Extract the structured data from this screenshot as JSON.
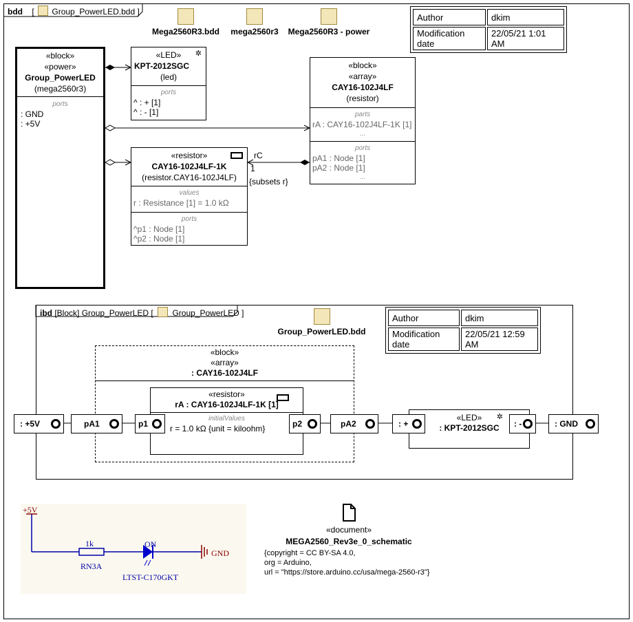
{
  "frame": {
    "kind": "bdd",
    "diagram_name": "Group_PowerLED.bdd"
  },
  "toplinks": [
    {
      "label": "Mega2560R3.bdd"
    },
    {
      "label": "mega2560r3"
    },
    {
      "label": "Mega2560R3 - power"
    }
  ],
  "info1": {
    "author_label": "Author",
    "author": "dkim",
    "mod_label": "Modification date",
    "mod": "22/05/21 1:01 AM"
  },
  "power_block": {
    "st1": "«block»",
    "st2": "«power»",
    "name": "Group_PowerLED",
    "type": "(mega2560r3)",
    "ports_label": "ports",
    "ports": [
      ": GND",
      ": +5V"
    ]
  },
  "led_block": {
    "st": "«LED»",
    "name": "KPT-2012SGC",
    "type": "(led)",
    "ports_label": "ports",
    "ports": [
      "^ : + [1]",
      "^ : - [1]"
    ]
  },
  "array_block": {
    "st1": "«block»",
    "st2": "«array»",
    "name": "CAY16-102J4LF",
    "type": "(resistor)",
    "parts_label": "parts",
    "part": "rA : CAY16-102J4LF-1K [1]",
    "ellipsis": "...",
    "ports_label": "ports",
    "ports": [
      "pA1 : Node [1]",
      "pA2 : Node [1]"
    ]
  },
  "res_block": {
    "st": "«resistor»",
    "name": "CAY16-102J4LF-1K",
    "type": "(resistor.CAY16-102J4LF)",
    "values_label": "values",
    "value": "r : Resistance [1] = 1.0 kΩ",
    "ports_label": "ports",
    "ports": [
      "^p1 : Node [1]",
      "^p2 : Node [1]"
    ]
  },
  "assoc": {
    "role": "rC",
    "mult": "1",
    "constraint": "{subsets r}"
  },
  "ibd": {
    "kind": "ibd",
    "header_text": "[Block] Group_PowerLED [",
    "header_name": "Group_PowerLED ]",
    "link": "Group_PowerLED.bdd",
    "info": {
      "author_label": "Author",
      "author": "dkim",
      "mod_label": "Modification date",
      "mod": "22/05/21 12:59 AM"
    },
    "array_part": {
      "st1": "«block»",
      "st2": "«array»",
      "name": ": CAY16-102J4LF"
    },
    "ra_part": {
      "st": "«resistor»",
      "name": "rA : CAY16-102J4LF-1K [1]",
      "iv_label": "initialValues",
      "iv": "r = 1.0 kΩ {unit = kiloohm}"
    },
    "led_part": {
      "st": "«LED»",
      "name": ": KPT-2012SGC"
    },
    "ports": {
      "p5v": ": +5V",
      "pa1": "pA1",
      "p1": "p1",
      "p2": "p2",
      "pa2": "pA2",
      "plus": ": +",
      "minus": ": -",
      "gnd": ": GND"
    }
  },
  "schematic": {
    "vcc": "+5V",
    "res_value": "1k",
    "res_ref": "RN3A",
    "led_label": "ON",
    "led_ref": "LTST-C170GKT",
    "gnd": "GND"
  },
  "document": {
    "st": "«document»",
    "name": "MEGA2560_Rev3e_0_schematic",
    "props": [
      "{copyright = CC BY-SA 4.0,",
      "org = Arduino,",
      "url = \"https://store.arduino.cc/usa/mega-2560-r3\"}"
    ]
  }
}
